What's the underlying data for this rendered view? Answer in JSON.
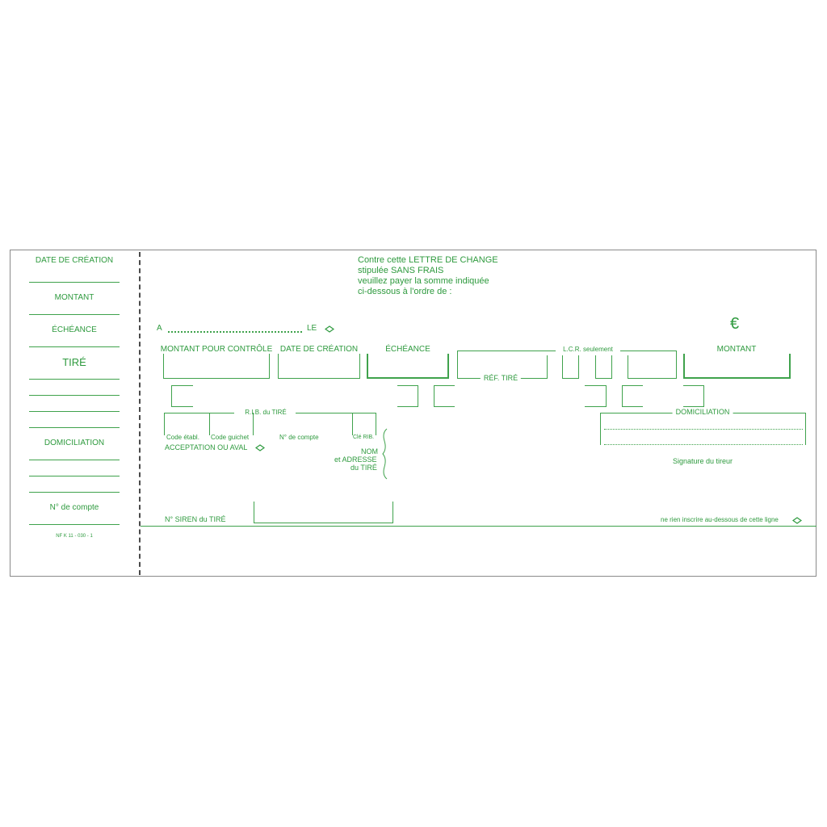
{
  "stub": {
    "date_creation": "DATE DE CRÉATION",
    "montant": "MONTANT",
    "echeance": "ÉCHÉANCE",
    "tire": "TIRÉ",
    "domiciliation": "DOMICILIATION",
    "num_compte": "N° de compte",
    "norm": "NF K 11 - 030 - 1"
  },
  "main": {
    "instruction_lines": [
      "Contre cette LETTRE DE CHANGE",
      "stipulée SANS FRAIS",
      "veuillez payer la somme indiquée",
      "ci-dessous à l'ordre de :"
    ],
    "a_label": "A",
    "le_label": "LE",
    "currency_symbol": "€",
    "fields": {
      "montant_controle": "MONTANT POUR CONTRÔLE",
      "date_creation": "DATE DE CRÉATION",
      "echeance": "ÉCHÉANCE",
      "lcr_seulement": "L.C.R. seulement",
      "montant": "MONTANT",
      "ref_tire": "RÉF. TIRÉ",
      "rib_tire": "R.I.B. du TIRÉ",
      "code_etabl": "Code établ.",
      "code_guichet": "Code guichet",
      "num_compte": "N° de compte",
      "cle_rib": "Clé RIB.",
      "acceptation": "ACCEPTATION OU AVAL",
      "nom": "NOM",
      "et_adresse": "et ADRESSE",
      "du_tire": "du TIRÉ",
      "domiciliation": "DOMICILIATION",
      "signature": "Signature du tireur",
      "siren": "N° SIREN du TIRÉ",
      "ne_rien": "ne rien inscrire au-dessous de cette ligne"
    }
  },
  "colors": {
    "ink": "#2e9a3e",
    "frame": "#8a8a8a",
    "perforation": "#4a4a4a"
  },
  "icons": {
    "arrow": "arrow-icon"
  }
}
